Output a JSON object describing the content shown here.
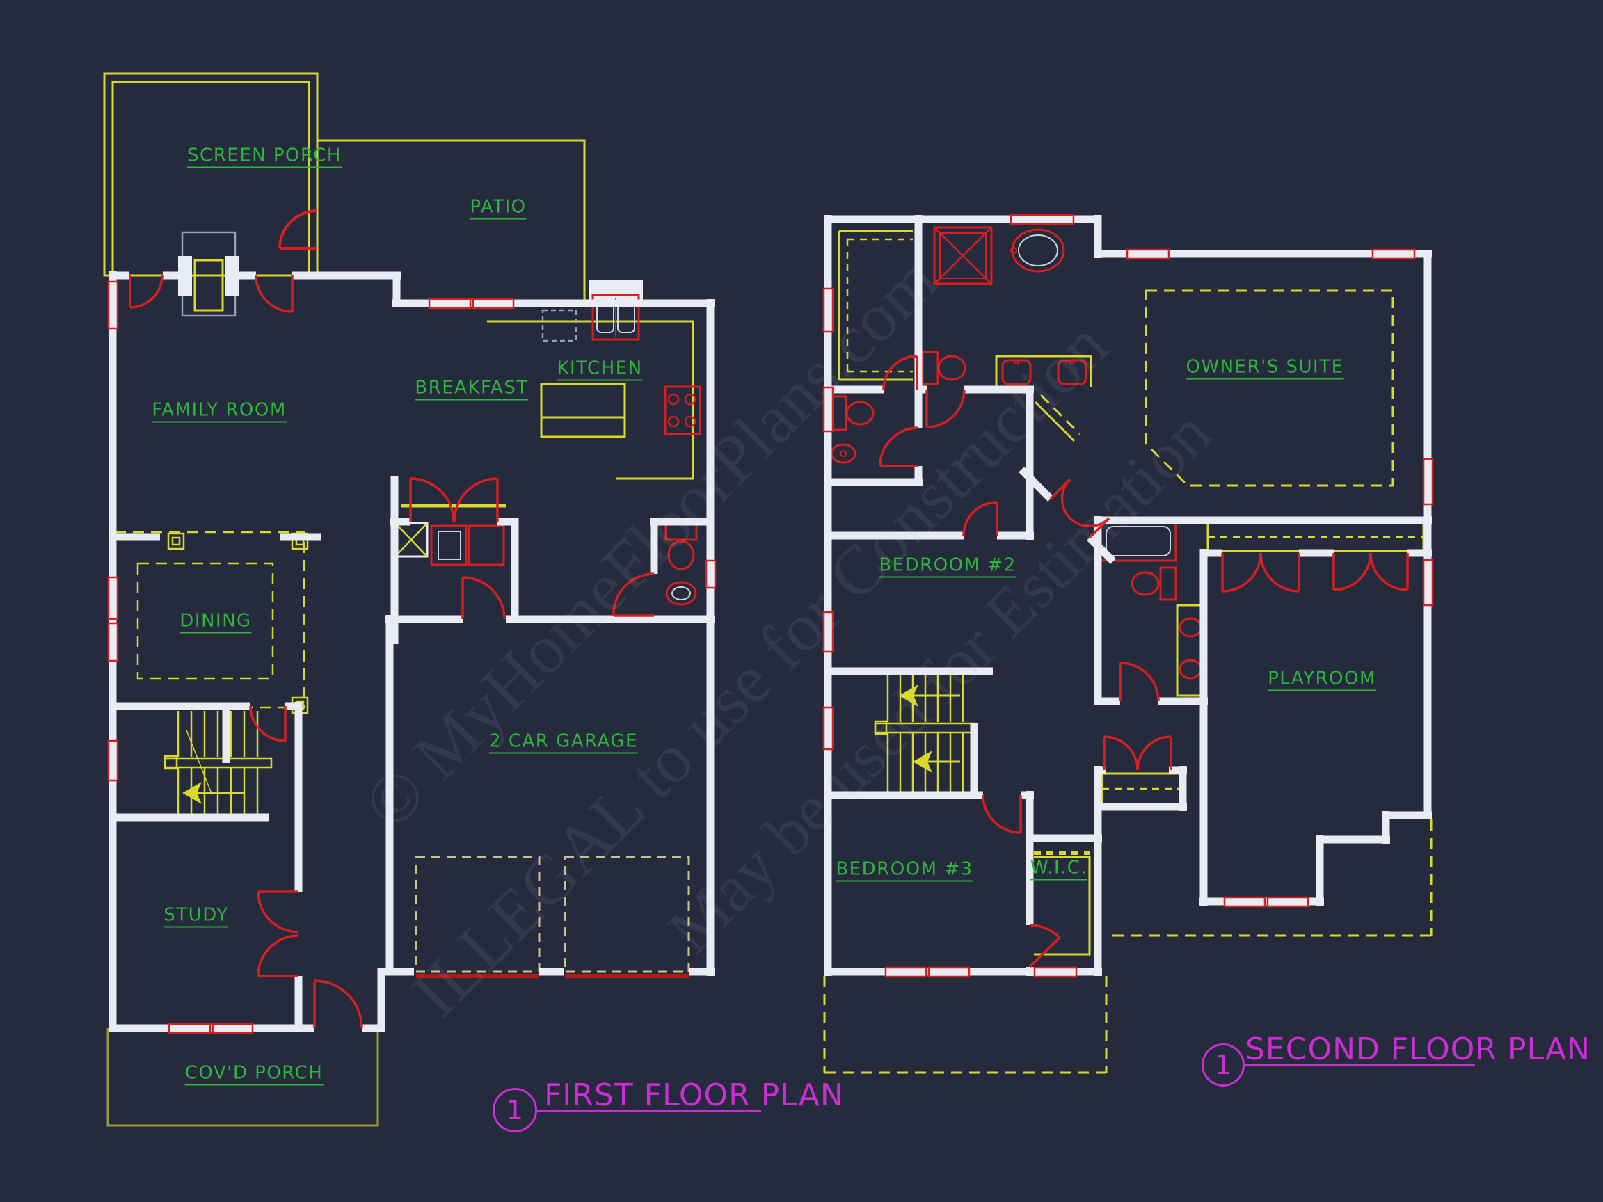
{
  "background_color": "#252a3c",
  "watermark": {
    "line1": "© MyHomeFloorPlans.com",
    "line2": "ILLEGAL to use for Construction",
    "line3": "May be used for Estimation"
  },
  "first_floor": {
    "title": "FIRST FLOOR PLAN",
    "marker": "1",
    "rooms": [
      {
        "name": "SCREEN PORCH"
      },
      {
        "name": "PATIO"
      },
      {
        "name": "FAMILY ROOM"
      },
      {
        "name": "BREAKFAST"
      },
      {
        "name": "KITCHEN"
      },
      {
        "name": "DINING"
      },
      {
        "name": "2 CAR GARAGE"
      },
      {
        "name": "STUDY"
      },
      {
        "name": "COV'D PORCH"
      }
    ]
  },
  "second_floor": {
    "title": "SECOND FLOOR PLAN",
    "marker": "1",
    "rooms": [
      {
        "name": "OWNER'S SUITE"
      },
      {
        "name": "BEDROOM #2"
      },
      {
        "name": "PLAYROOM"
      },
      {
        "name": "BEDROOM #3"
      },
      {
        "name": "W.I.C."
      }
    ]
  },
  "colors": {
    "walls": "#e9ecf2",
    "doors_windows_red": "#d81f1f",
    "cabinetry_yellow": "#d9d92b",
    "labels_green": "#2db63e",
    "titles_magenta": "#cb2ed2",
    "porch_olive": "#9b9b3a"
  }
}
